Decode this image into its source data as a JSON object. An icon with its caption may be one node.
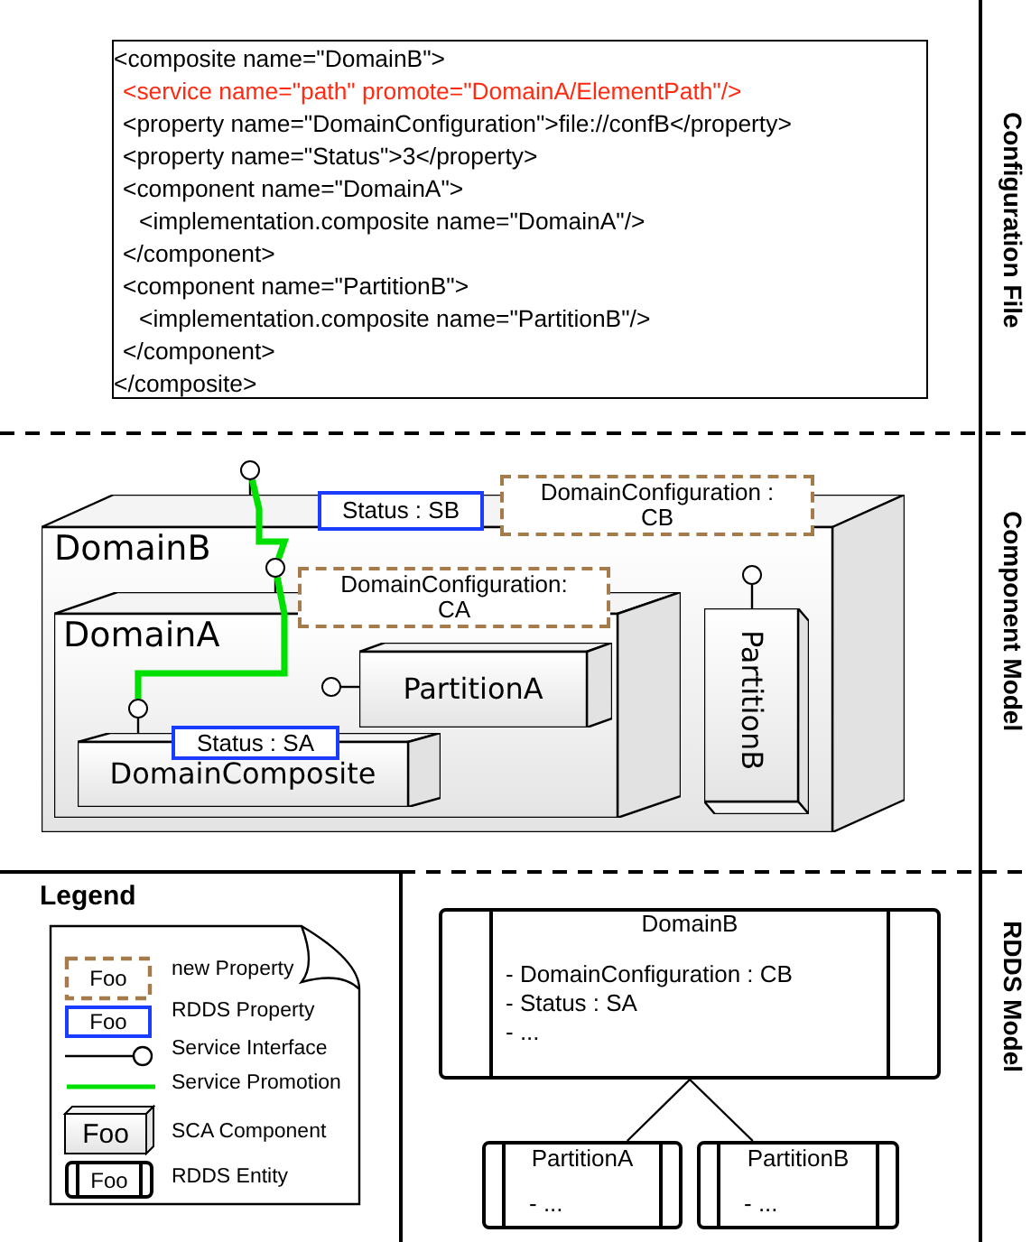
{
  "diagram": {
    "nodes": [
      {
        "text": [
          "<composite name=\"DomainB\">",
          "<service name=\"path\" promote=\"DomainA/ElementPath\"/>",
          "<property name=\"DomainConfiguration\">file://confB</property>",
          "<property name=\"Status\">3</property>",
          "<component name=\"DomainA\">",
          "<implementation.composite name=\"DomainA\"/>",
          "</component>",
          "<component name=\"PartitionB\">",
          "<implementation.composite name=\"PartitionB\"/>",
          "</component>",
          "</composite>"
        ]
      },
      {
        "text": [
          "Status : SB"
        ]
      },
      {
        "text": [
          "DomainConfiguration : CB"
        ]
      },
      {
        "text": [],
        "shape": "circle"
      },
      {
        "text": [
          "DomainB"
        ]
      },
      {
        "text": [],
        "shape": "circle",
        "in": 4
      },
      {
        "text": [
          "DomainConfiguration: CA"
        ],
        "in": 4
      },
      {
        "text": [
          "DomainA"
        ],
        "in": 4
      },
      {
        "text": [],
        "shape": "circle",
        "in": 4
      },
      {
        "text": [
          "PartitionB"
        ],
        "in": 4
      },
      {
        "text": [],
        "shape": "circle",
        "in": 7
      },
      {
        "text": [
          "PartitionA"
        ],
        "in": 7
      },
      {
        "text": [],
        "shape": "circle",
        "in": 7
      },
      {
        "text": [
          "Status : SA"
        ],
        "in": 7
      },
      {
        "text": [
          "DomainComposite"
        ],
        "in": 7
      },
      {
        "text": [
          "DomainB",
          "- DomainConfiguration : CB",
          "- Status : SA",
          "- ..."
        ]
      },
      {
        "text": [
          "PartitionA",
          "- ..."
        ]
      },
      {
        "text": [
          "PartitionB",
          "- ..."
        ]
      }
    ],
    "edges": [
      {
        "from": 3,
        "to": 4,
        "arrow": "none"
      },
      {
        "from": 5,
        "to": 7,
        "arrow": "none"
      },
      {
        "from": 8,
        "to": 9,
        "arrow": "none"
      },
      {
        "from": 10,
        "to": 11,
        "arrow": "none"
      },
      {
        "from": 12,
        "to": 14,
        "arrow": "none"
      },
      {
        "from": 3,
        "to": 5,
        "arrow": "none",
        "style": "thick",
        "color": "#00e000"
      },
      {
        "from": 5,
        "to": 12,
        "arrow": "none",
        "style": "thick",
        "color": "#00e000"
      },
      {
        "from": 15,
        "to": 16,
        "arrow": "none"
      },
      {
        "from": 15,
        "to": 17,
        "arrow": "none"
      }
    ],
    "labels": [
      "Configuration File",
      "Component Model",
      "Legend",
      "Foo",
      "Foo",
      "Foo",
      "Foo",
      "RDDS Model"
    ],
    "legend": [
      {
        "text": "new Property"
      },
      {
        "text": "RDDS Property"
      },
      {
        "text": "Service Interface"
      },
      {
        "text": "Service Promotion"
      },
      {
        "text": "SCA Component"
      },
      {
        "text": "RDDS Entity"
      }
    ]
  }
}
